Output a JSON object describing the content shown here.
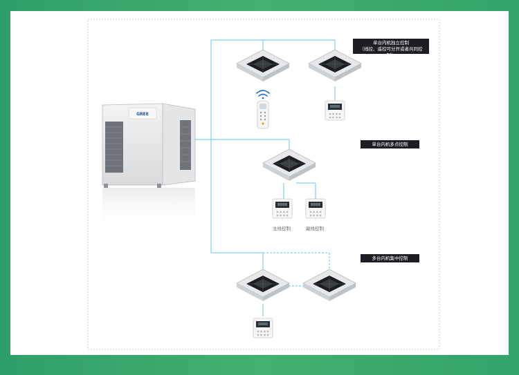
{
  "labels": {
    "independent_control_line1": "单台内机独立控制",
    "independent_control_line2": "（线控、遥控可分开或者共同控制）",
    "multi_point_control": "单台内机多点控制",
    "centralized_control": "多台内机集中控制"
  },
  "captions": {
    "main_controller": "主线控制",
    "sub_controller": "副线控制"
  },
  "colors": {
    "accent_green": "#3aa86c",
    "pipe_blue": "#5cc6e8",
    "label_bg": "#1d1d24"
  }
}
